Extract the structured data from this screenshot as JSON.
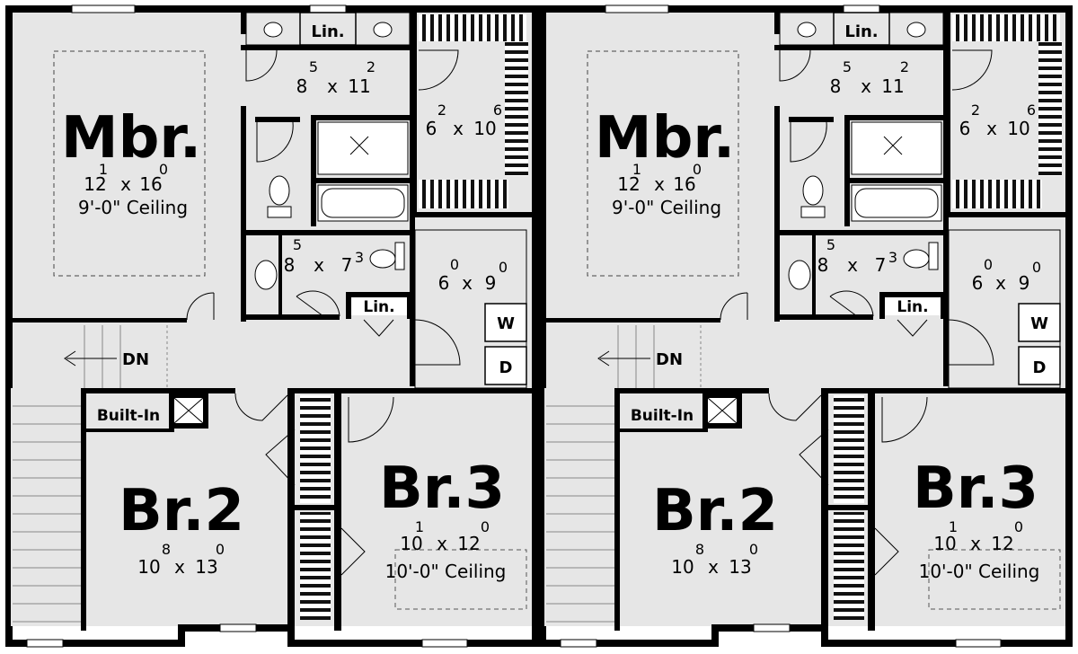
{
  "units": [
    {
      "id": "left",
      "mbr": {
        "title": "Mbr.",
        "dim_a": "12",
        "dim_a_sup": "1",
        "dim_b": "16",
        "dim_b_sup": "0",
        "ceiling": "9'-0\" Ceiling"
      },
      "master_bath": {
        "dim_a": "8",
        "dim_a_sup": "5",
        "dim_b": "11",
        "dim_b_sup": "2"
      },
      "master_closet": {
        "dim_a": "6",
        "dim_a_sup": "2",
        "dim_b": "10",
        "dim_b_sup": "6"
      },
      "hall_bath": {
        "dim_a": "8",
        "dim_a_sup": "5",
        "dim_b": "7",
        "dim_b_sup": "3"
      },
      "laundry": {
        "dim_a": "6",
        "dim_a_sup": "0",
        "dim_b": "9",
        "dim_b_sup": "0",
        "washer": "W",
        "dryer": "D"
      },
      "linen_top": "Lin.",
      "linen_hall": "Lin.",
      "stairs": "DN",
      "built_in": "Built-In",
      "br2": {
        "title": "Br.2",
        "dim_a": "10",
        "dim_a_sup": "8",
        "dim_b": "13",
        "dim_b_sup": "0"
      },
      "br3": {
        "title": "Br.3",
        "dim_a": "10",
        "dim_a_sup": "1",
        "dim_b": "12",
        "dim_b_sup": "0",
        "ceiling": "10'-0\" Ceiling"
      }
    },
    {
      "id": "right",
      "mbr": {
        "title": "Mbr.",
        "dim_a": "12",
        "dim_a_sup": "1",
        "dim_b": "16",
        "dim_b_sup": "0",
        "ceiling": "9'-0\" Ceiling"
      },
      "master_bath": {
        "dim_a": "8",
        "dim_a_sup": "5",
        "dim_b": "11",
        "dim_b_sup": "2"
      },
      "master_closet": {
        "dim_a": "6",
        "dim_a_sup": "2",
        "dim_b": "10",
        "dim_b_sup": "6"
      },
      "hall_bath": {
        "dim_a": "8",
        "dim_a_sup": "5",
        "dim_b": "7",
        "dim_b_sup": "3"
      },
      "laundry": {
        "dim_a": "6",
        "dim_a_sup": "0",
        "dim_b": "9",
        "dim_b_sup": "0",
        "washer": "W",
        "dryer": "D"
      },
      "linen_top": "Lin.",
      "linen_hall": "Lin.",
      "stairs": "DN",
      "built_in": "Built-In",
      "br2": {
        "title": "Br.2",
        "dim_a": "10",
        "dim_a_sup": "8",
        "dim_b": "13",
        "dim_b_sup": "0"
      },
      "br3": {
        "title": "Br.3",
        "dim_a": "10",
        "dim_a_sup": "1",
        "dim_b": "12",
        "dim_b_sup": "0",
        "ceiling": "10'-0\" Ceiling"
      }
    }
  ],
  "dim_separator": "x"
}
